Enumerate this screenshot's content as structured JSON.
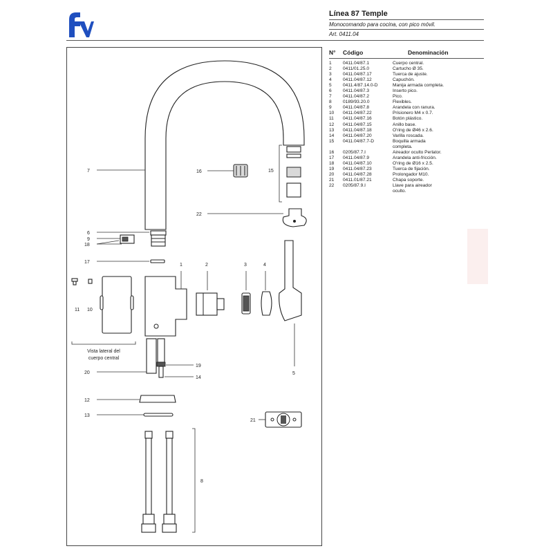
{
  "header": {
    "logo_text": "fv",
    "title": "Línea 87 Temple",
    "subtitle": "Monocomando para cocina, con pico móvil.",
    "article": "Art. 0411.04"
  },
  "table": {
    "columns": [
      "N°",
      "Código",
      "Denominación"
    ],
    "rows": [
      {
        "n": "1",
        "code": "0411.04/87.1",
        "desc": "Cuerpo central."
      },
      {
        "n": "2",
        "code": "0411/01.25.0",
        "desc": "Cartucho Ø 35."
      },
      {
        "n": "3",
        "code": "0411.04/87.17",
        "desc": "Tuerca de ajuste."
      },
      {
        "n": "4",
        "code": "0411.04/87.12",
        "desc": "Capuchón."
      },
      {
        "n": "5",
        "code": "0411.4/87.14.0-D",
        "desc": "Manija armada completa."
      },
      {
        "n": "6",
        "code": "0411.04/87.3",
        "desc": "Inserto pico."
      },
      {
        "n": "7",
        "code": "0411.04/87.2",
        "desc": "Pico."
      },
      {
        "n": "8",
        "code": "0189/93.20.0",
        "desc": "Flexibles."
      },
      {
        "n": "9",
        "code": "0411.04/87.8",
        "desc": "Arandela con ranura."
      },
      {
        "n": "10",
        "code": "0411.04/87.22",
        "desc": "Prisionero M4 x 0.7."
      },
      {
        "n": "11",
        "code": "0411.04/87.16",
        "desc": "Botón plástico."
      },
      {
        "n": "12",
        "code": "0411.04/87.15",
        "desc": "Anillo base."
      },
      {
        "n": "13",
        "code": "0411.04/87.18",
        "desc": "O'ring de Ø46 x 2.6."
      },
      {
        "n": "14",
        "code": "0411.04/87.20",
        "desc": "Varilla roscada."
      },
      {
        "n": "15",
        "code": "0411.04/87.7-D",
        "desc": "Boquilla armada"
      },
      {
        "n": "",
        "code": "",
        "desc": "completa."
      },
      {
        "n": "16",
        "code": "0205/87.7.I",
        "desc": "Aireador oculto Perlator."
      },
      {
        "n": "17",
        "code": "0411.04/87.9",
        "desc": "Arandela anti-fricción."
      },
      {
        "n": "18",
        "code": "0411.04/87.10",
        "desc": "O'ring de Ø16 x 2.5."
      },
      {
        "n": "19",
        "code": "0411.04/87.23",
        "desc": "Tuerca de fijación."
      },
      {
        "n": "20",
        "code": "0411.04/87.28",
        "desc": "Prolongador M10."
      },
      {
        "n": "21",
        "code": "0411.01/87.21",
        "desc": "Chapa soporte."
      },
      {
        "n": "22",
        "code": "0205/87.9.I",
        "desc": "Llave para aireador"
      },
      {
        "n": "",
        "code": "",
        "desc": "oculto."
      }
    ]
  },
  "diagram": {
    "callouts": {
      "c1": "1",
      "c2": "2",
      "c3": "3",
      "c4": "4",
      "c5": "5",
      "c6": "6",
      "c7": "7",
      "c8": "8",
      "c9": "9",
      "c10": "10",
      "c11": "11",
      "c12": "12",
      "c13": "13",
      "c14": "14",
      "c15": "15",
      "c16": "16",
      "c17": "17",
      "c18": "18",
      "c19": "19",
      "c20": "20",
      "c21": "21",
      "c22": "22"
    },
    "side_view_line1": "Vista lateral del",
    "side_view_line2": "cuerpo central"
  },
  "colors": {
    "logo_blue": "#1f4fbf",
    "line": "#222222",
    "highlight": "#fbefee"
  }
}
